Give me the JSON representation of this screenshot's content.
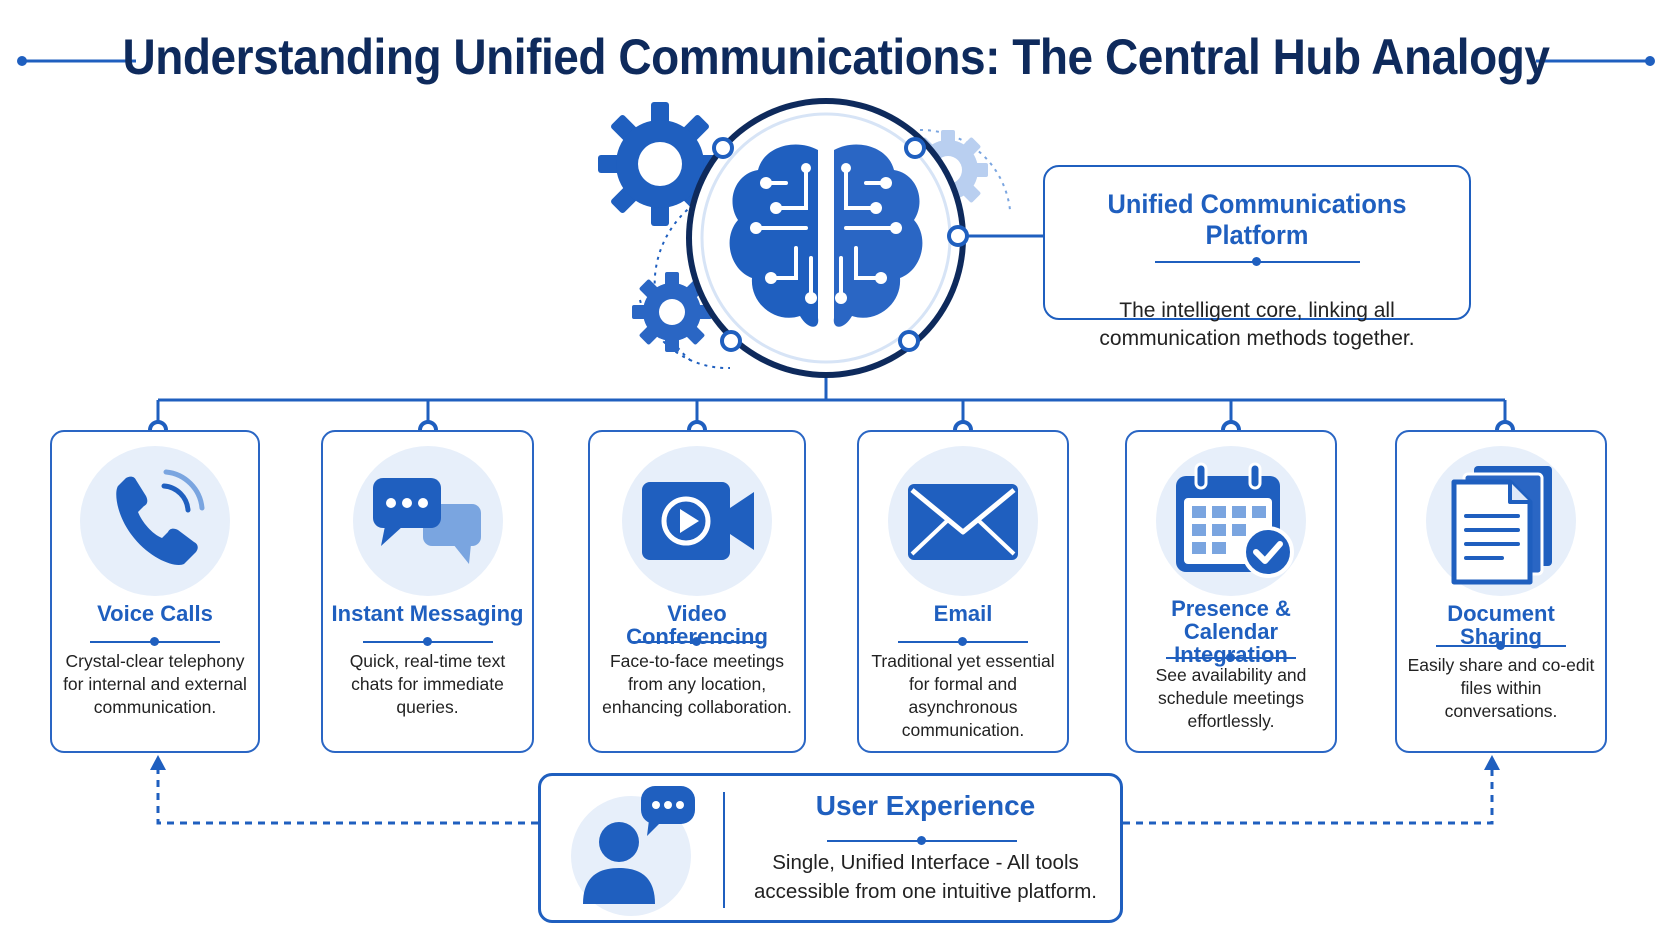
{
  "title": "Understanding Unified Communications: The Central Hub Analogy",
  "platform": {
    "title": "Unified Communications Platform",
    "description": "The intelligent core, linking all communication methods together."
  },
  "methods": [
    {
      "title": "Voice Calls",
      "description": "Crystal-clear telephony for internal and external communication.",
      "icon": "phone-icon"
    },
    {
      "title": "Instant Messaging",
      "description": "Quick, real-time text chats for immediate queries.",
      "icon": "chat-bubbles-icon"
    },
    {
      "title": "Video Conferencing",
      "description": "Face-to-face meetings from any location, enhancing collaboration.",
      "icon": "video-camera-icon"
    },
    {
      "title": "Email",
      "description": "Traditional yet essential for formal and asynchronous communication.",
      "icon": "envelope-icon"
    },
    {
      "title": "Presence & Calendar Integration",
      "description": "See availability and schedule meetings effortlessly.",
      "icon": "calendar-check-icon"
    },
    {
      "title": "Document Sharing",
      "description": "Easily share and co-edit files within conversations.",
      "icon": "documents-icon"
    }
  ],
  "user_experience": {
    "title": "User Experience",
    "description": "Single, Unified Interface -  All tools accessible from one intuitive platform.",
    "icon": "user-chat-icon"
  },
  "hub_icon": "brain-circuit-icon",
  "colors": {
    "primary": "#1f5fbf",
    "dark": "#0e2a5c",
    "light": "#e7effa"
  }
}
